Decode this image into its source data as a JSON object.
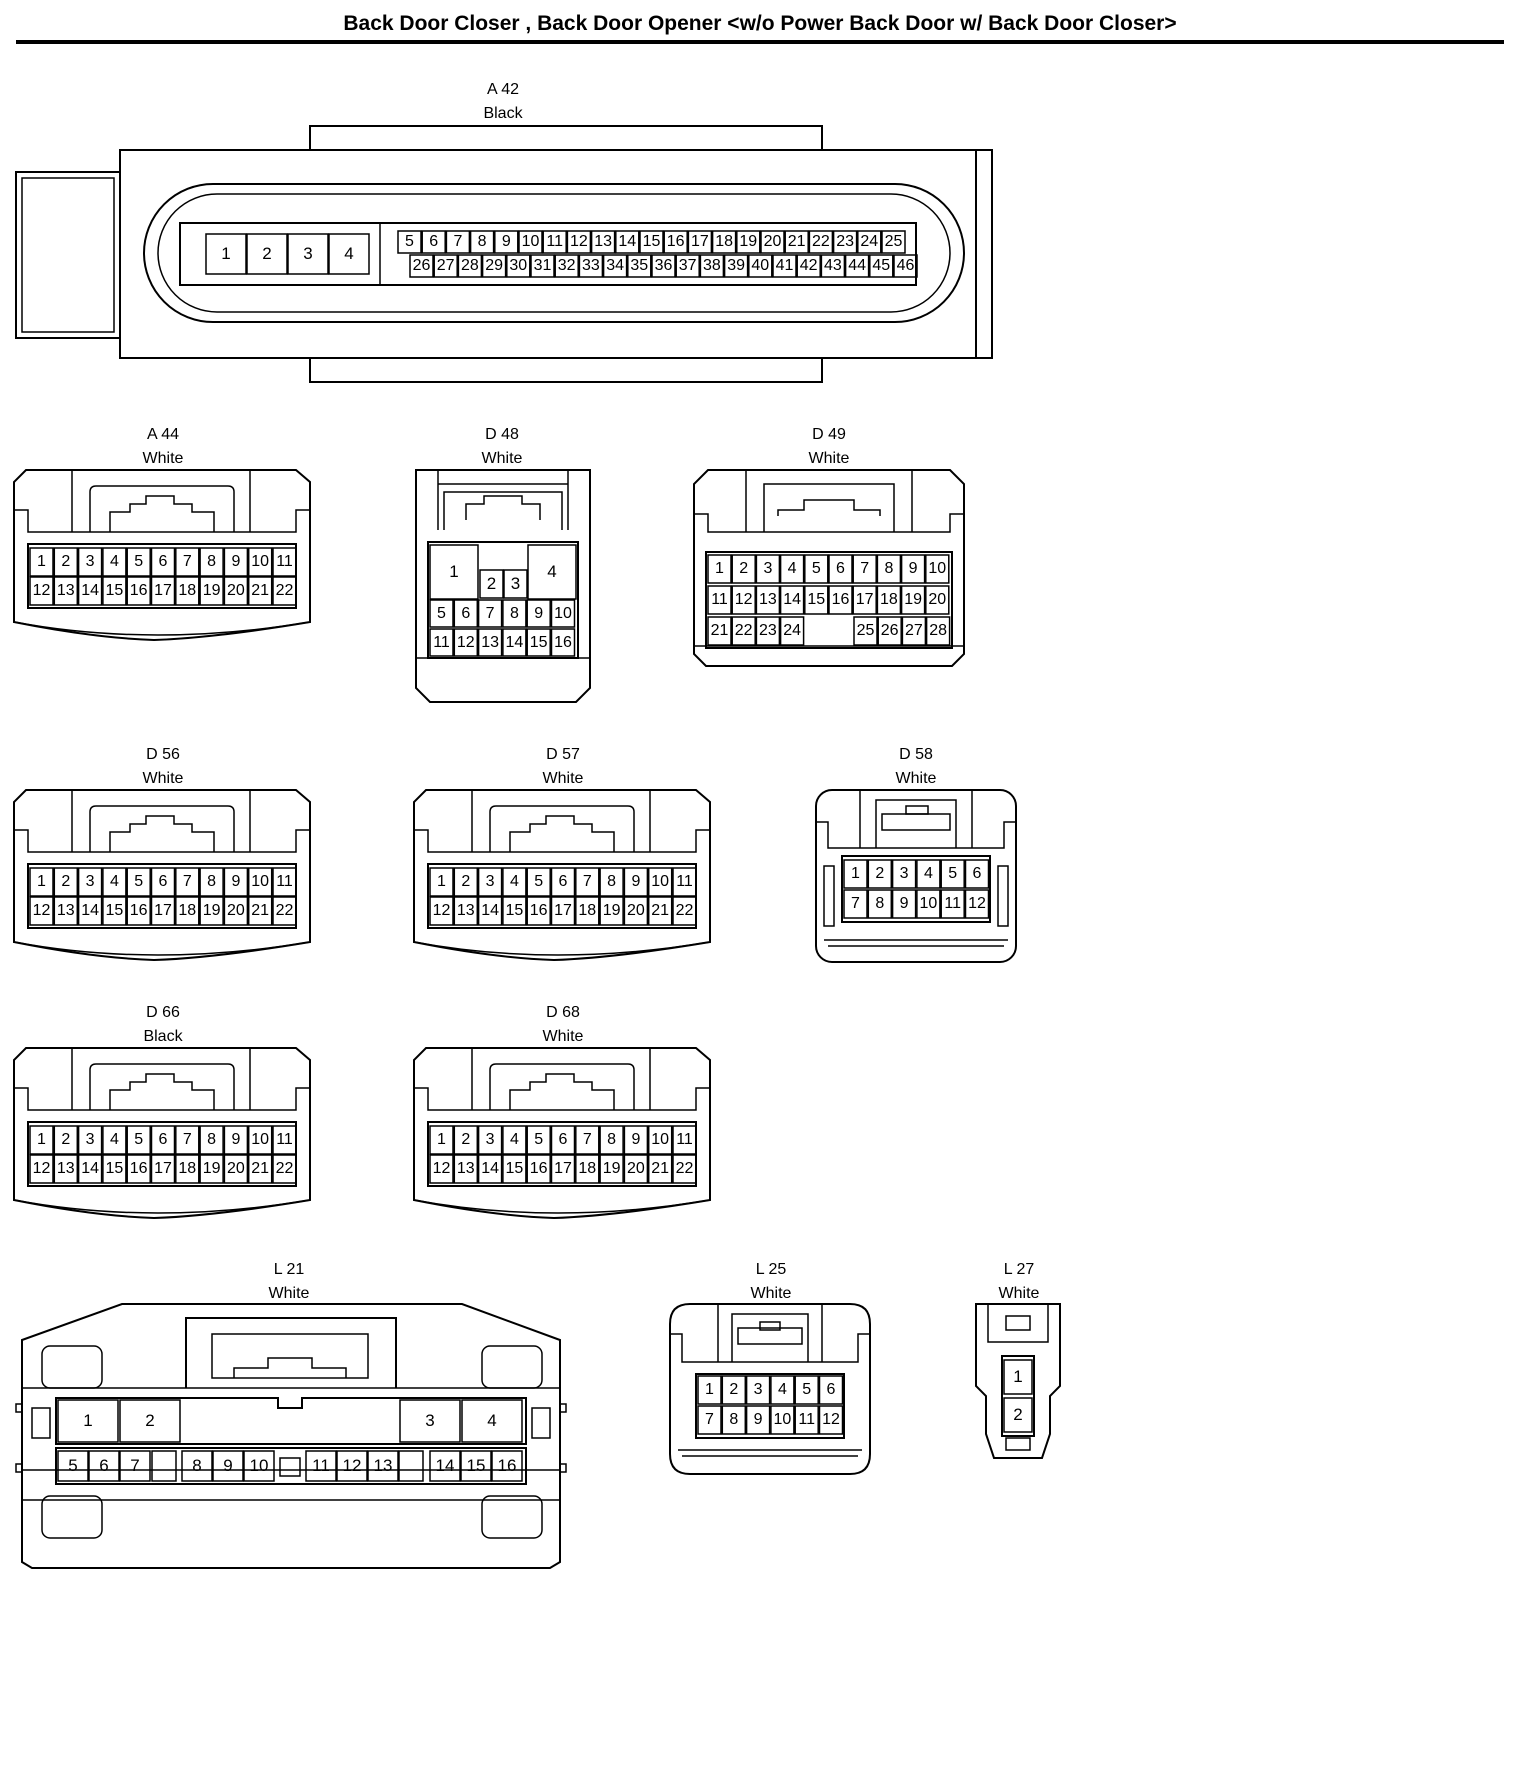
{
  "title": "Back Door Closer , Back Door Opener <w/o Power Back Door w/ Back Door Closer>",
  "connectors": [
    {
      "id": "A 42",
      "color": "Black",
      "pins": [
        "1",
        "2",
        "3",
        "4",
        "5",
        "6",
        "7",
        "8",
        "9",
        "10",
        "11",
        "12",
        "13",
        "14",
        "15",
        "16",
        "17",
        "18",
        "19",
        "20",
        "21",
        "22",
        "23",
        "24",
        "25",
        "26",
        "27",
        "28",
        "29",
        "30",
        "31",
        "32",
        "33",
        "34",
        "35",
        "36",
        "37",
        "38",
        "39",
        "40",
        "41",
        "42",
        "43",
        "44",
        "45",
        "46"
      ]
    },
    {
      "id": "A 44",
      "color": "White",
      "pins": [
        "1",
        "2",
        "3",
        "4",
        "5",
        "6",
        "7",
        "8",
        "9",
        "10",
        "11",
        "12",
        "13",
        "14",
        "15",
        "16",
        "17",
        "18",
        "19",
        "20",
        "21",
        "22"
      ]
    },
    {
      "id": "D 48",
      "color": "White",
      "pins": [
        "1",
        "2",
        "3",
        "4",
        "5",
        "6",
        "7",
        "8",
        "9",
        "10",
        "11",
        "12",
        "13",
        "14",
        "15",
        "16"
      ]
    },
    {
      "id": "D 49",
      "color": "White",
      "pins": [
        "1",
        "2",
        "3",
        "4",
        "5",
        "6",
        "7",
        "8",
        "9",
        "10",
        "11",
        "12",
        "13",
        "14",
        "15",
        "16",
        "17",
        "18",
        "19",
        "20",
        "21",
        "22",
        "23",
        "24",
        "25",
        "26",
        "27",
        "28"
      ]
    },
    {
      "id": "D 56",
      "color": "White",
      "pins": [
        "1",
        "2",
        "3",
        "4",
        "5",
        "6",
        "7",
        "8",
        "9",
        "10",
        "11",
        "12",
        "13",
        "14",
        "15",
        "16",
        "17",
        "18",
        "19",
        "20",
        "21",
        "22"
      ]
    },
    {
      "id": "D 57",
      "color": "White",
      "pins": [
        "1",
        "2",
        "3",
        "4",
        "5",
        "6",
        "7",
        "8",
        "9",
        "10",
        "11",
        "12",
        "13",
        "14",
        "15",
        "16",
        "17",
        "18",
        "19",
        "20",
        "21",
        "22"
      ]
    },
    {
      "id": "D 58",
      "color": "White",
      "pins": [
        "1",
        "2",
        "3",
        "4",
        "5",
        "6",
        "7",
        "8",
        "9",
        "10",
        "11",
        "12"
      ]
    },
    {
      "id": "D 66",
      "color": "Black",
      "pins": [
        "1",
        "2",
        "3",
        "4",
        "5",
        "6",
        "7",
        "8",
        "9",
        "10",
        "11",
        "12",
        "13",
        "14",
        "15",
        "16",
        "17",
        "18",
        "19",
        "20",
        "21",
        "22"
      ]
    },
    {
      "id": "D 68",
      "color": "White",
      "pins": [
        "1",
        "2",
        "3",
        "4",
        "5",
        "6",
        "7",
        "8",
        "9",
        "10",
        "11",
        "12",
        "13",
        "14",
        "15",
        "16",
        "17",
        "18",
        "19",
        "20",
        "21",
        "22"
      ]
    },
    {
      "id": "L 21",
      "color": "White",
      "pins": [
        "1",
        "2",
        "3",
        "4",
        "5",
        "6",
        "7",
        "8",
        "9",
        "10",
        "11",
        "12",
        "13",
        "14",
        "15",
        "16"
      ]
    },
    {
      "id": "L 25",
      "color": "White",
      "pins": [
        "1",
        "2",
        "3",
        "4",
        "5",
        "6",
        "7",
        "8",
        "9",
        "10",
        "11",
        "12"
      ]
    },
    {
      "id": "L 27",
      "color": "White",
      "pins": [
        "1",
        "2"
      ]
    }
  ]
}
